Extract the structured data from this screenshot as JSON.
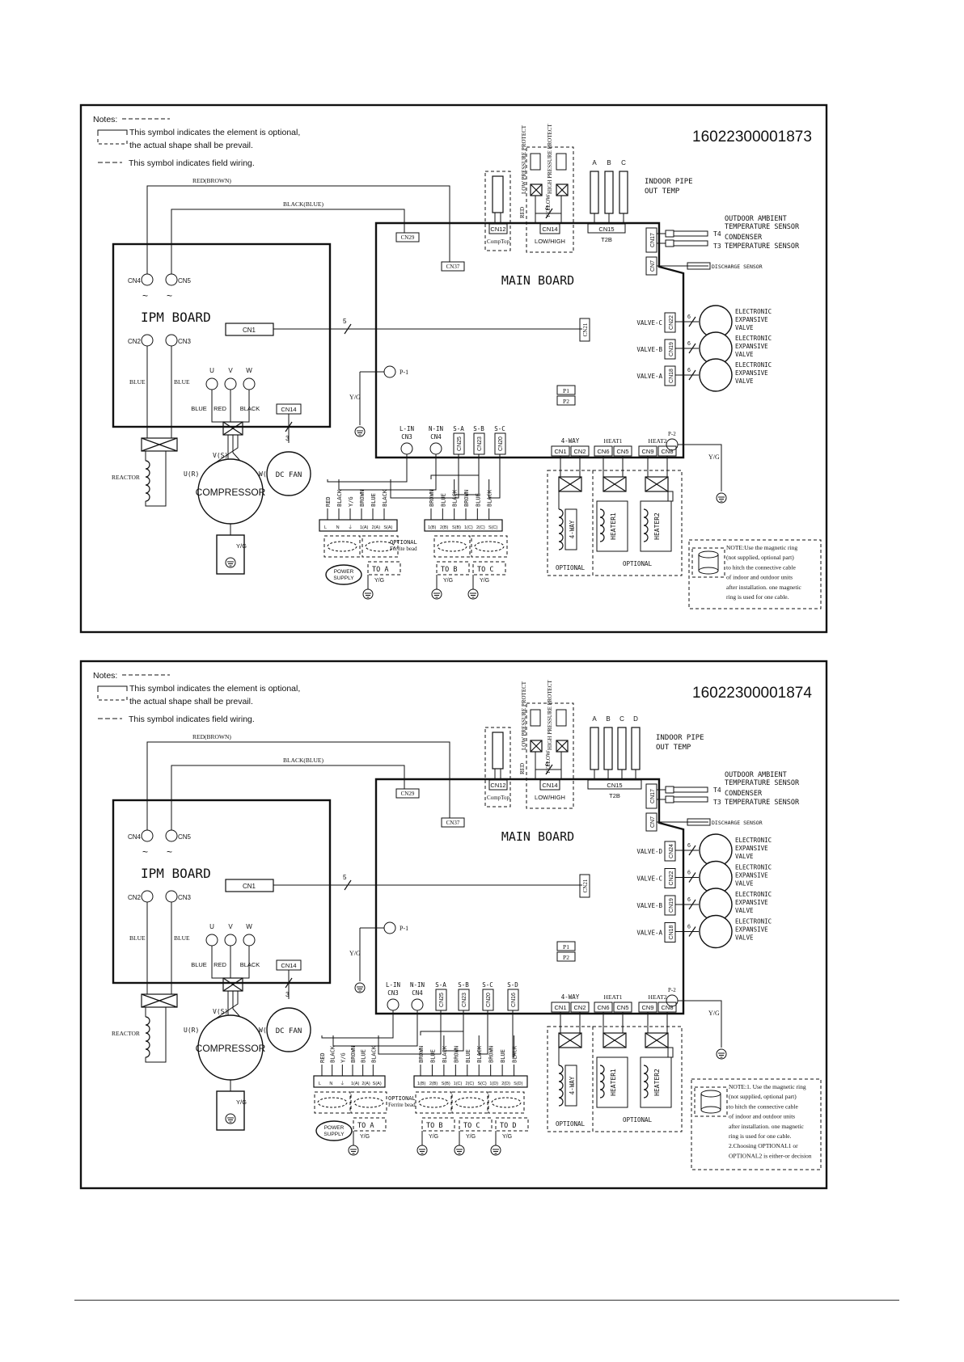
{
  "diagrams": [
    {
      "notes": {
        "heading": "Notes:",
        "optional_line1": "This symbol indicates the element is  optional,",
        "optional_line2": "the actual shape shall be prevail.",
        "field_wiring": "This symbol indicates field wiring."
      },
      "part_number": "16022300001873",
      "main_board": "MAIN BOARD",
      "ipm_board": "IPM BOARD",
      "wires": {
        "red_brown": "RED(BROWN)",
        "black_blue": "BLACK(BLUE)"
      },
      "ipm": {
        "cn4": "CN4",
        "cn5": "CN5",
        "cn2": "CN2",
        "cn3": "CN3",
        "cn1": "CN1",
        "cn14": "CN14",
        "u": "U",
        "v": "V",
        "w": "W",
        "blue": "BLUE",
        "red": "RED",
        "black": "BLACK"
      },
      "board": {
        "cn29": "CN29",
        "cn37": "CN37",
        "cn21": "CN21",
        "cn12": "CN12",
        "comp_top": "CompTop",
        "cn14": "CN14",
        "low_high": "LOW/HIGH",
        "cn15": "CN15",
        "t2b": "T2B",
        "cn17": "CN17",
        "cn7": "CN7",
        "p1": "P1",
        "p2": "P2",
        "p_1": "P-1",
        "p_2": "P-2",
        "yg": "Y/G"
      },
      "protects": {
        "low": "LOW PRESSURE PROTECT",
        "high": "HIGH PRESSURE PROTECT",
        "red": "RED",
        "yellow": "YELLOW",
        "four": "4"
      },
      "pipe": {
        "letters": [
          "A",
          "B",
          "C"
        ],
        "label1": "INDOOR PIPE",
        "label2": "OUT TEMP"
      },
      "sensors": {
        "ambient1": "OUTDOOR AMBIENT",
        "ambient2": "TEMPERATURE SENSOR",
        "t4": "T4",
        "t3": "T3",
        "condenser1": "CONDENSER",
        "condenser2": "TEMPERATURE SENSOR",
        "discharge": "DISCHARGE SENSOR"
      },
      "valves": [
        {
          "name": "VALVE-C",
          "cn": "CN22"
        },
        {
          "name": "VALVE-B",
          "cn": "CN19"
        },
        {
          "name": "VALVE-A",
          "cn": "CN18"
        }
      ],
      "valve_text": [
        "ELECTRONIC",
        "EXPANSIVE",
        "VALVE"
      ],
      "six": "6",
      "five": "5",
      "three": "3",
      "bottom_cn": [
        {
          "top": "L-IN",
          "cn": "CN3"
        },
        {
          "top": "N-IN",
          "cn": "CN4"
        },
        {
          "top": "S-A",
          "cn": "CN25"
        },
        {
          "top": "S-B",
          "cn": "CN23"
        },
        {
          "top": "S-C",
          "cn": "CN20"
        }
      ],
      "right_cn": {
        "fourway": "4-WAY",
        "heat1": "HEAT1",
        "heat2": "HEAT2",
        "cn1": "CN1",
        "cn2": "CN2",
        "cn6": "CN6",
        "cn5": "CN5",
        "cn9": "CN9",
        "cn8": "CN8"
      },
      "components": {
        "reactor": "REACTOR",
        "compressor": "COMPRESSOR",
        "dc_fan": "DC FAN",
        "vs": "V(S)",
        "ur": "U(R)",
        "wc": "W(C)",
        "heater1": "HEATER1",
        "heater2": "HEATER2",
        "fourway_coil": "4-WAY",
        "optional": "OPTIONAL",
        "power_supply": "POWER SUPPLY",
        "ferrite1": "OPTIONAL",
        "ferrite2": "Ferrite bead"
      },
      "terminal_left_wires": [
        "RED",
        "BLACK",
        "Y/G",
        "BROWN",
        "BLUE",
        "BLACK"
      ],
      "terminal_right_wires": [
        "BROWN",
        "BLUE",
        "BLACK",
        "BROWN",
        "BLUE",
        "BLACK"
      ],
      "terminal_left_labels": [
        "L",
        "N",
        "⏚",
        "1(A)",
        "2(A)",
        "S(A)"
      ],
      "terminal_right_labels": [
        "1(B)",
        "2(B)",
        "S(B)",
        "1(C)",
        "2(C)",
        "S(C)"
      ],
      "to_labels": [
        "TO   A",
        "TO   B",
        "TO   C"
      ],
      "note_box": [
        "NOTE:Use the magnetic ring",
        "(not supplied, optional part)",
        "to hitch the connective cable",
        "of indoor and outdoor units",
        "after installation. one magnetic",
        "ring is used for one cable."
      ]
    },
    {
      "notes": {
        "heading": "Notes:",
        "optional_line1": "This symbol indicates the element is  optional,",
        "optional_line2": "the actual shape shall be prevail.",
        "field_wiring": "This symbol indicates field wiring."
      },
      "part_number": "16022300001874",
      "main_board": "MAIN BOARD",
      "ipm_board": "IPM BOARD",
      "wires": {
        "red_brown": "RED(BROWN)",
        "black_blue": "BLACK(BLUE)"
      },
      "ipm": {
        "cn4": "CN4",
        "cn5": "CN5",
        "cn2": "CN2",
        "cn3": "CN3",
        "cn1": "CN1",
        "cn14": "CN14",
        "u": "U",
        "v": "V",
        "w": "W",
        "blue": "BLUE",
        "red": "RED",
        "black": "BLACK"
      },
      "board": {
        "cn29": "CN29",
        "cn37": "CN37",
        "cn21": "CN21",
        "cn12": "CN12",
        "comp_top": "CompTop",
        "cn14": "CN14",
        "low_high": "LOW/HIGH",
        "cn15": "CN15",
        "t2b": "T2B",
        "cn17": "CN17",
        "cn7": "CN7",
        "p1": "P1",
        "p2": "P2",
        "p_1": "P-1",
        "p_2": "P-2",
        "yg": "Y/G"
      },
      "protects": {
        "low": "LOW PRESSURE PROTECT",
        "high": "HIGH PRESSURE PROTECT",
        "red": "RED",
        "yellow": "YELLOW",
        "four": "4"
      },
      "pipe": {
        "letters": [
          "A",
          "B",
          "C",
          "D"
        ],
        "label1": "INDOOR PIPE",
        "label2": "OUT TEMP"
      },
      "sensors": {
        "ambient1": "OUTDOOR AMBIENT",
        "ambient2": "TEMPERATURE SENSOR",
        "t4": "T4",
        "t3": "T3",
        "condenser1": "CONDENSER",
        "condenser2": "TEMPERATURE SENSOR",
        "discharge": "DISCHARGE SENSOR"
      },
      "valves": [
        {
          "name": "VALVE-D",
          "cn": "CN24"
        },
        {
          "name": "VALVE-C",
          "cn": "CN22"
        },
        {
          "name": "VALVE-B",
          "cn": "CN19"
        },
        {
          "name": "VALVE-A",
          "cn": "CN18"
        }
      ],
      "valve_text": [
        "ELECTRONIC",
        "EXPANSIVE",
        "VALVE"
      ],
      "six": "6",
      "five": "5",
      "three": "3",
      "bottom_cn": [
        {
          "top": "L-IN",
          "cn": "CN3"
        },
        {
          "top": "N-IN",
          "cn": "CN4"
        },
        {
          "top": "S-A",
          "cn": "CN25"
        },
        {
          "top": "S-B",
          "cn": "CN23"
        },
        {
          "top": "S-C",
          "cn": "CN20"
        },
        {
          "top": "S-D",
          "cn": "CN16"
        }
      ],
      "right_cn": {
        "fourway": "4-WAY",
        "heat1": "HEAT1",
        "heat2": "HEAT2",
        "cn1": "CN1",
        "cn2": "CN2",
        "cn6": "CN6",
        "cn5": "CN5",
        "cn9": "CN9",
        "cn8": "CN8"
      },
      "components": {
        "reactor": "REACTOR",
        "compressor": "COMPRESSOR",
        "dc_fan": "DC FAN",
        "vs": "V(S)",
        "ur": "U(R)",
        "wc": "W(C)",
        "heater1": "HEATER1",
        "heater2": "HEATER2",
        "fourway_coil": "4-WAY",
        "optional": "OPTIONAL",
        "power_supply": "POWER SUPPLY",
        "ferrite1": "OPTIONAL",
        "ferrite2": "Ferrite bead"
      },
      "terminal_left_wires": [
        "RED",
        "BLACK",
        "Y/G",
        "BROWN",
        "BLUE",
        "BLACK"
      ],
      "terminal_right_wires": [
        "BROWN",
        "BLUE",
        "BLACK",
        "BROWN",
        "BLUE",
        "BLACK",
        "BROWN",
        "BLUE",
        "BLACK"
      ],
      "terminal_left_labels": [
        "L",
        "N",
        "⏚",
        "1(A)",
        "2(A)",
        "S(A)"
      ],
      "terminal_right_labels": [
        "1(B)",
        "2(B)",
        "S(B)",
        "1(C)",
        "2(C)",
        "S(C)",
        "1(D)",
        "2(D)",
        "S(D)"
      ],
      "to_labels": [
        "TO   A",
        "TO   B",
        "TO   C",
        "TO   D"
      ],
      "note_box": [
        "NOTE:1. Use the magnetic ring",
        "(not supplied, optional part)",
        "to hitch the connective cable",
        "of indoor and outdoor units",
        "after installation. one magnetic",
        "ring is used for one cable.",
        "2.Choosing  OPTIONAL1 or",
        "OPTIONAL2 is either-or decision"
      ]
    }
  ]
}
